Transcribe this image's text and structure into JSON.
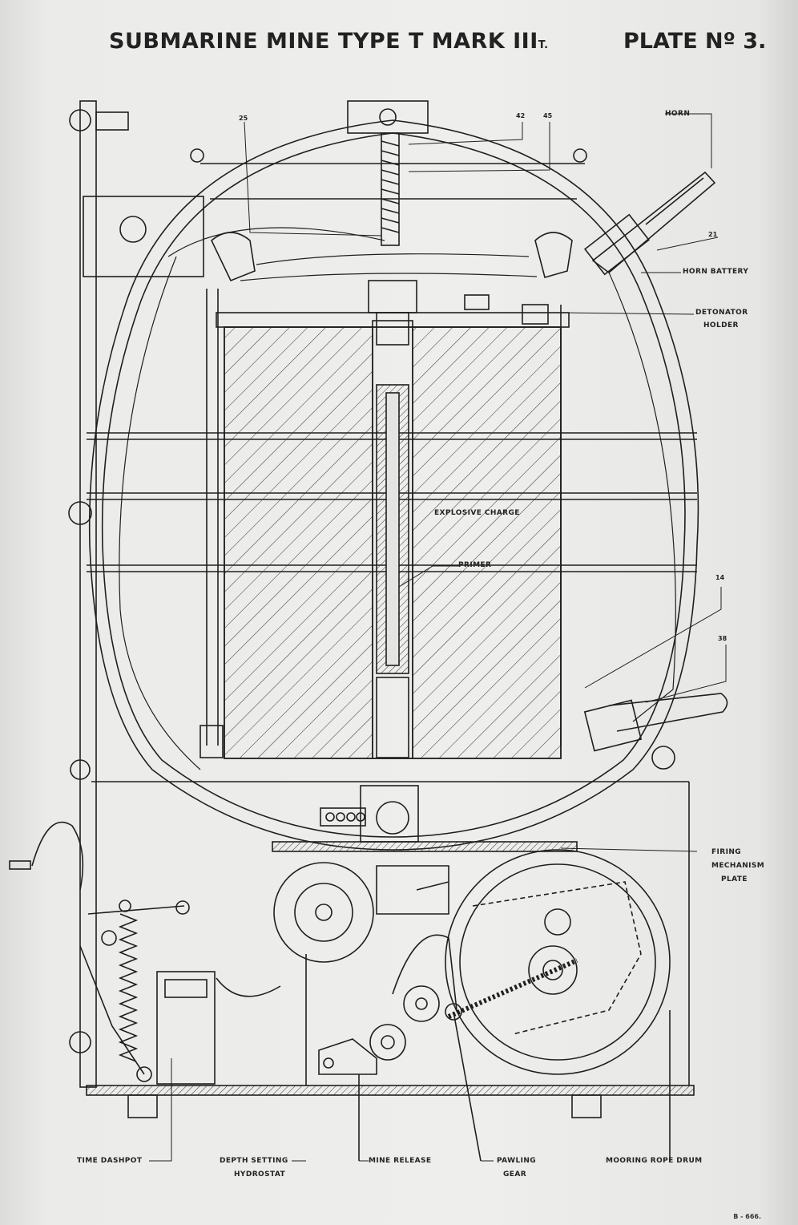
{
  "title": {
    "main": "SUBMARINE MINE TYPE T MARK III",
    "suffix": "T.",
    "plate": "PLATE Nº 3."
  },
  "callouts": {
    "horn": "HORN",
    "horn_battery": "HORN BATTERY",
    "detonator_holder_1": "DETONATOR",
    "detonator_holder_2": "HOLDER",
    "explosive_charge": "EXPLOSIVE CHARGE",
    "primer": "PRIMER",
    "firing_1": "FIRING",
    "firing_2": "MECHANISM",
    "firing_3": "PLATE",
    "time_dashpot": "TIME DASHPOT",
    "depth_1": "DEPTH SETTING",
    "depth_2": "HYDROSTAT",
    "mine_release": "MINE RELEASE",
    "pawling_1": "PAWLING",
    "pawling_2": "GEAR",
    "mooring_rope_drum": "MOORING ROPE DRUM"
  },
  "part_numbers": {
    "n25": "25",
    "n42": "42",
    "n45": "45",
    "n21": "21",
    "n14": "14",
    "n38": "38"
  },
  "drawing_ref": "B - 666.",
  "colors": {
    "ink": "#1f1f1f",
    "paper": "#ececea"
  }
}
